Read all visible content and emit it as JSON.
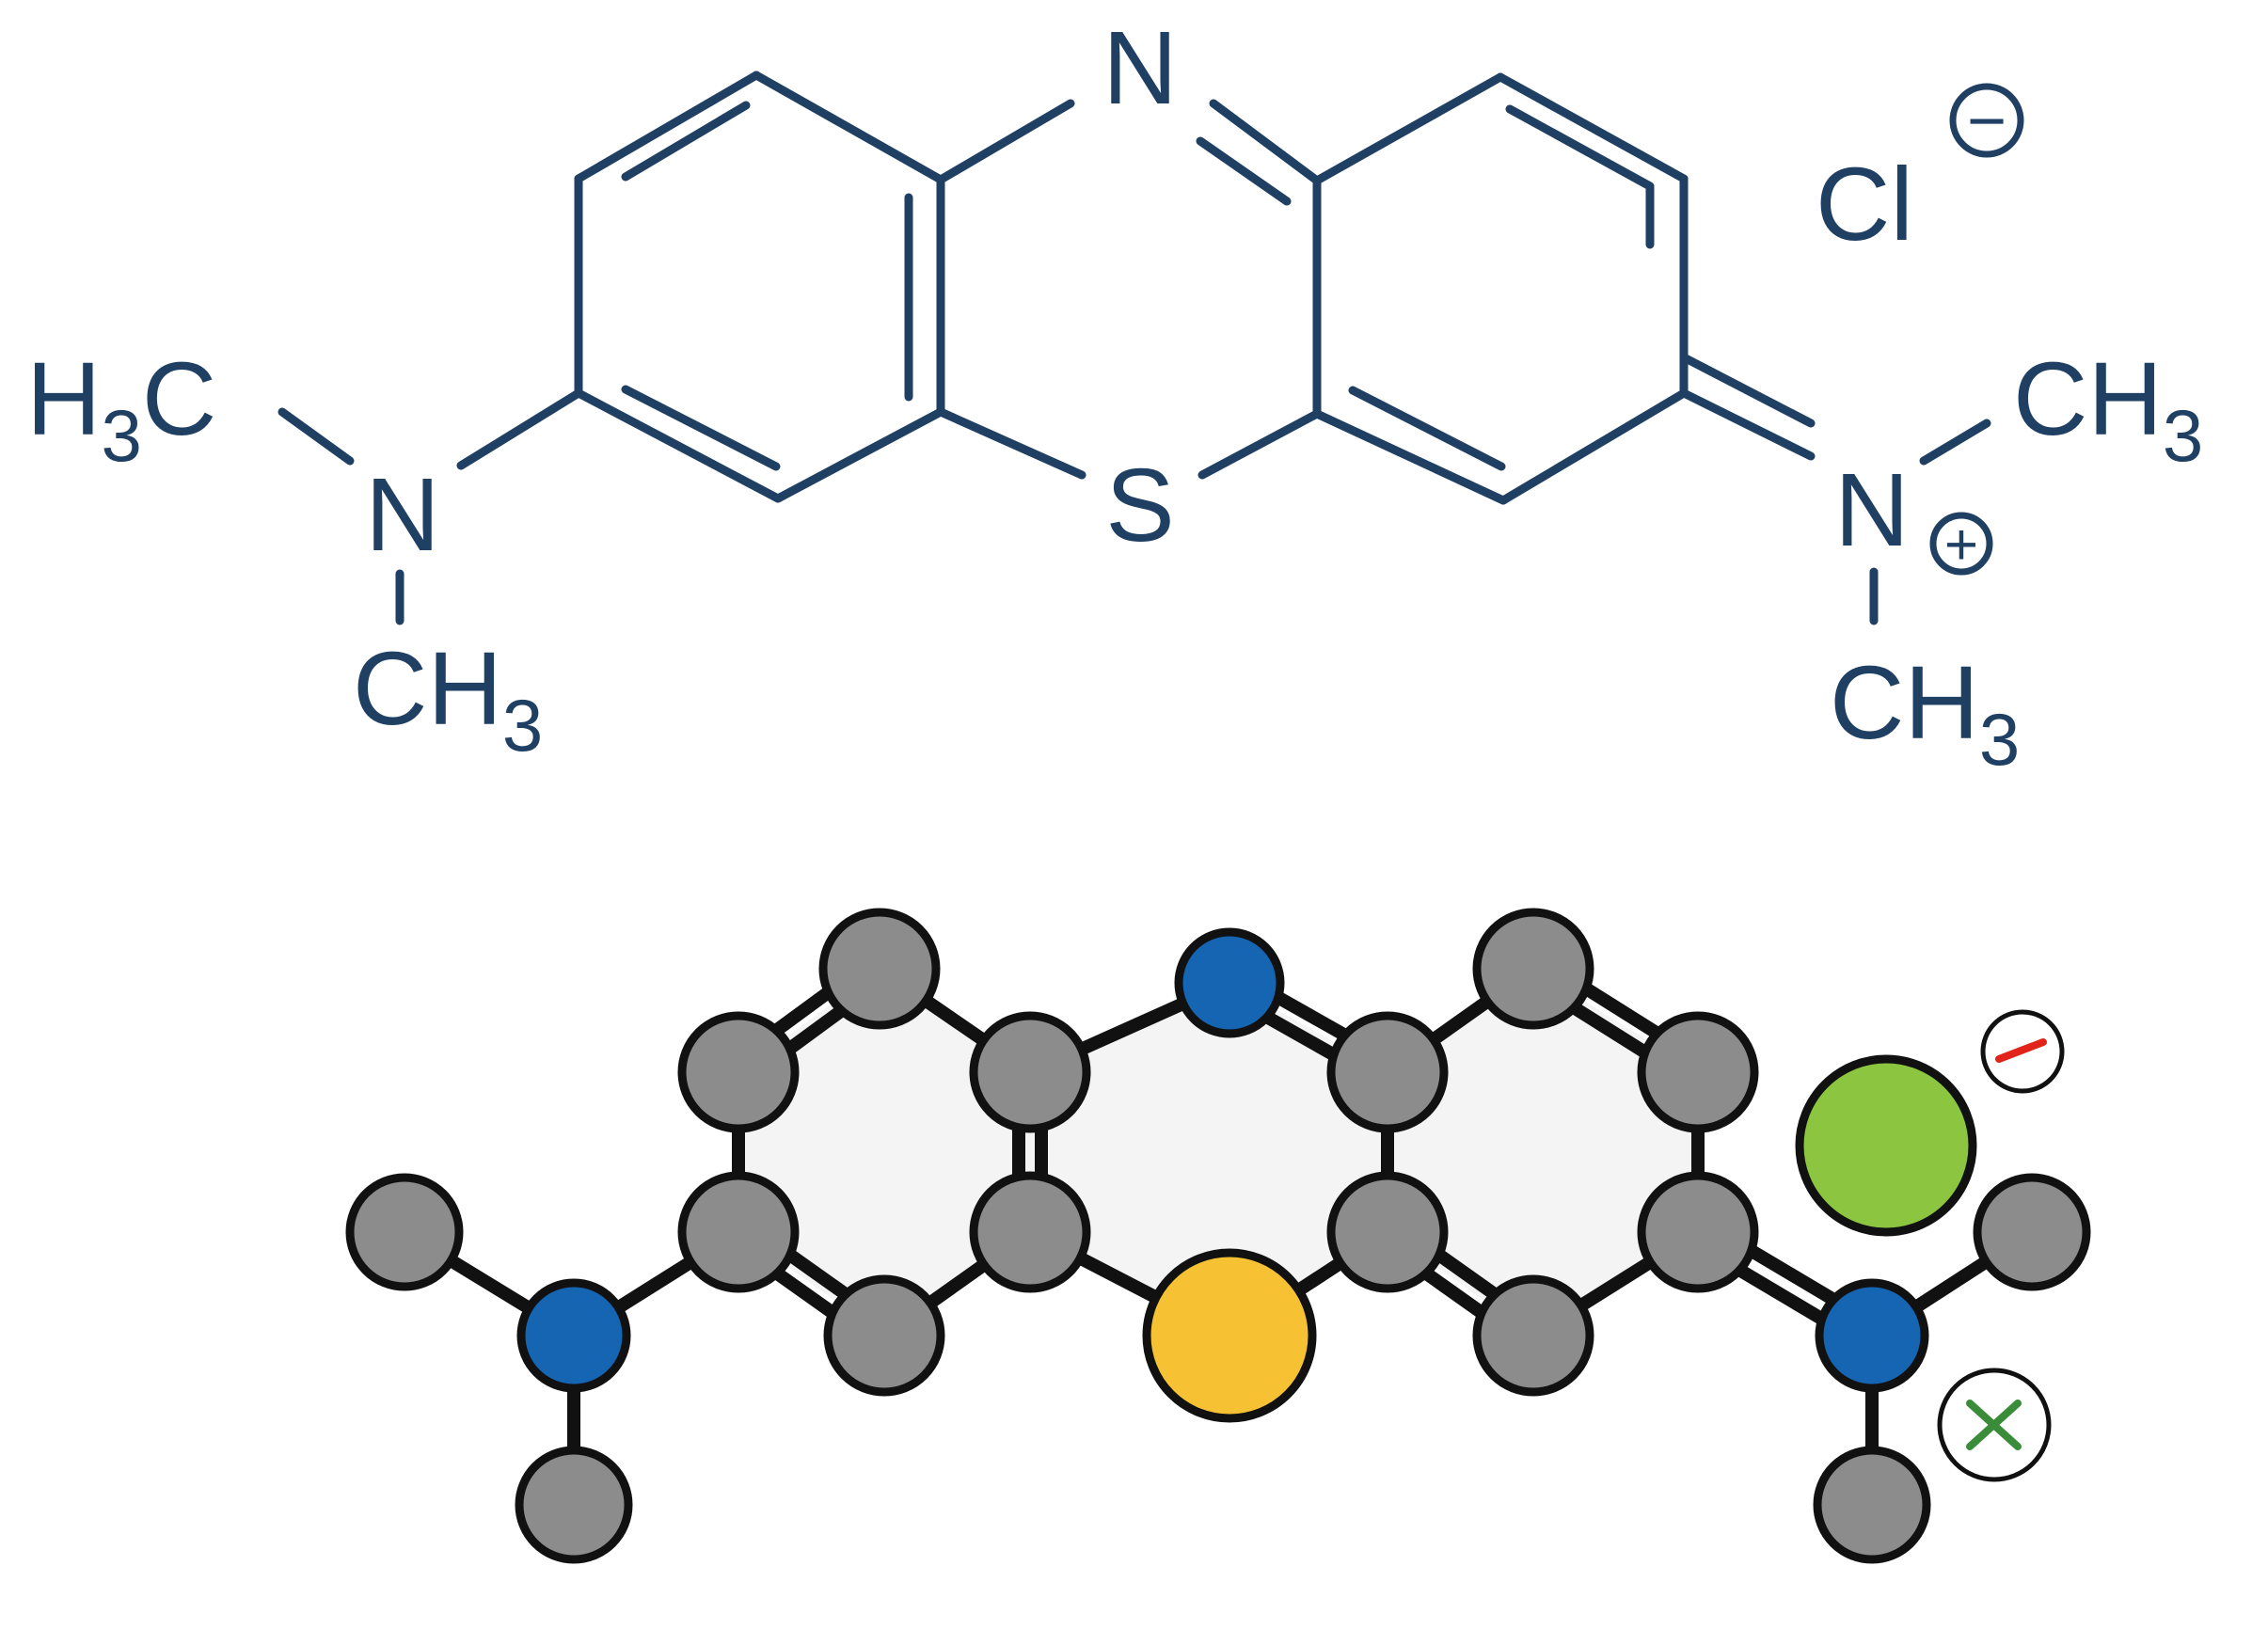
{
  "colors": {
    "background": "#ffffff",
    "structural_formula": "#1f3f63",
    "bond": "#111111",
    "carbon": "#8c8c8c",
    "nitrogen": "#1565b3",
    "sulfur": "#f6c133",
    "chloride": "#8cc640",
    "minus_sign": "#e2231a",
    "plus_sign": "#3a8c3a",
    "ring_fill": "#f4f4f4"
  },
  "structural_formula": {
    "atoms": {
      "ring_n": "N",
      "sulfur": "S",
      "left_amine_n": "N",
      "right_iminium_n": "N",
      "chloride": "Cl"
    },
    "charges": {
      "chloride": "−",
      "iminium": "+"
    },
    "methyl_groups": {
      "left_upper_prefix": "H",
      "left_upper_sub": "3",
      "left_upper_suffix": "C",
      "left_lower_base": "CH",
      "left_lower_sub": "3",
      "right_upper_base": "CH",
      "right_upper_sub": "3",
      "right_lower_base": "CH",
      "right_lower_sub": "3"
    }
  },
  "ball_and_stick": {
    "atom_counts": {
      "carbon": 16,
      "nitrogen": 3,
      "sulfur": 1,
      "chlorine": 1
    },
    "charges": {
      "chloride": "−",
      "iminium": "+"
    }
  }
}
